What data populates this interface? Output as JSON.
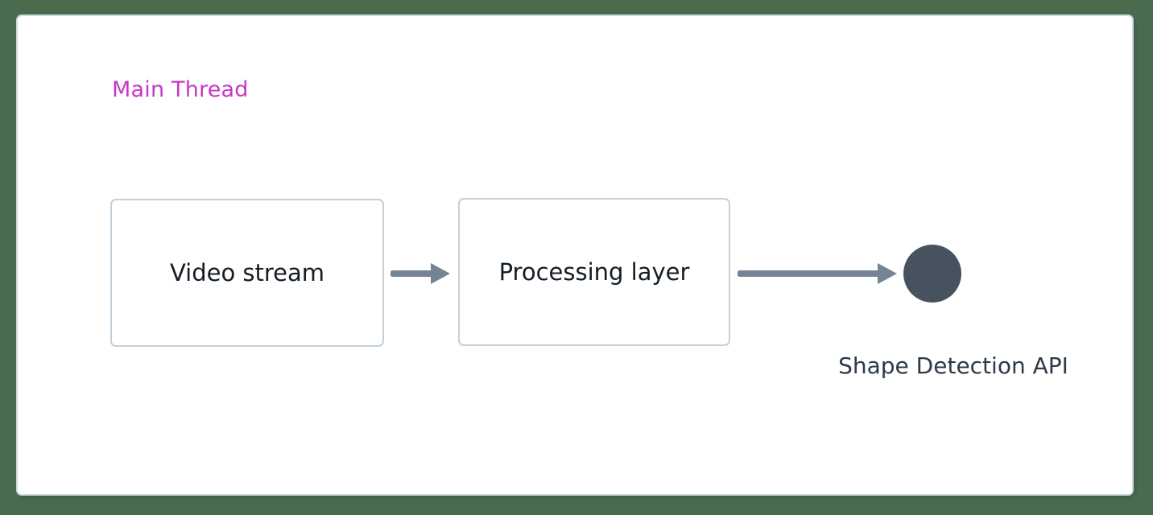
{
  "diagram": {
    "background_color": "#4a6b4d",
    "panel": {
      "background_color": "#ffffff",
      "border_color": "#cdd8e0"
    },
    "group": {
      "title": "Main Thread",
      "title_color": "#c738c7"
    },
    "nodes": [
      {
        "id": "video-stream",
        "label": "Video stream",
        "shape": "rounded-rectangle",
        "border_color": "#c2d0da",
        "fill_color": "#ffffff",
        "text_color": "#131c25"
      },
      {
        "id": "processing-layer",
        "label": "Processing layer",
        "shape": "rounded-rectangle",
        "border_color": "#c2d0da",
        "fill_color": "#ffffff",
        "text_color": "#131c25"
      },
      {
        "id": "shape-detection-api",
        "label": "Shape Detection API",
        "shape": "circle",
        "fill_color": "#47525f",
        "text_color": "#2d3a47"
      }
    ],
    "edges": [
      {
        "id": "video-to-processing",
        "from": "video-stream",
        "to": "processing-layer",
        "label": "",
        "color": "#758494",
        "style": "solid-arrow"
      },
      {
        "id": "processing-to-api",
        "from": "processing-layer",
        "to": "shape-detection-api",
        "label": "",
        "color": "#758494",
        "style": "solid-arrow"
      }
    ]
  }
}
